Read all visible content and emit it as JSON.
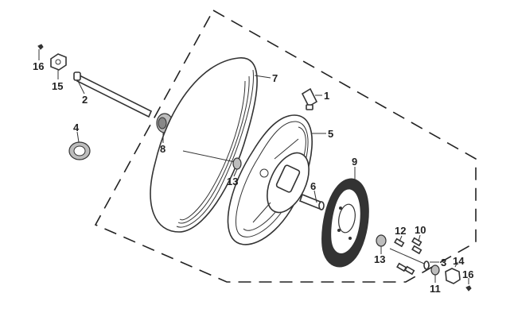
{
  "callouts": [
    {
      "id": "1",
      "text": "1"
    },
    {
      "id": "2",
      "text": "2"
    },
    {
      "id": "3",
      "text": "3"
    },
    {
      "id": "4",
      "text": "4"
    },
    {
      "id": "5",
      "text": "5"
    },
    {
      "id": "6",
      "text": "6"
    },
    {
      "id": "7",
      "text": "7"
    },
    {
      "id": "8",
      "text": "8"
    },
    {
      "id": "9",
      "text": "9"
    },
    {
      "id": "10",
      "text": "10"
    },
    {
      "id": "11",
      "text": "11"
    },
    {
      "id": "12",
      "text": "12"
    },
    {
      "id": "13a",
      "text": "13"
    },
    {
      "id": "13b",
      "text": "13"
    },
    {
      "id": "14",
      "text": "14"
    },
    {
      "id": "15",
      "text": "15"
    },
    {
      "id": "16a",
      "text": "16"
    },
    {
      "id": "16b",
      "text": "16"
    }
  ]
}
